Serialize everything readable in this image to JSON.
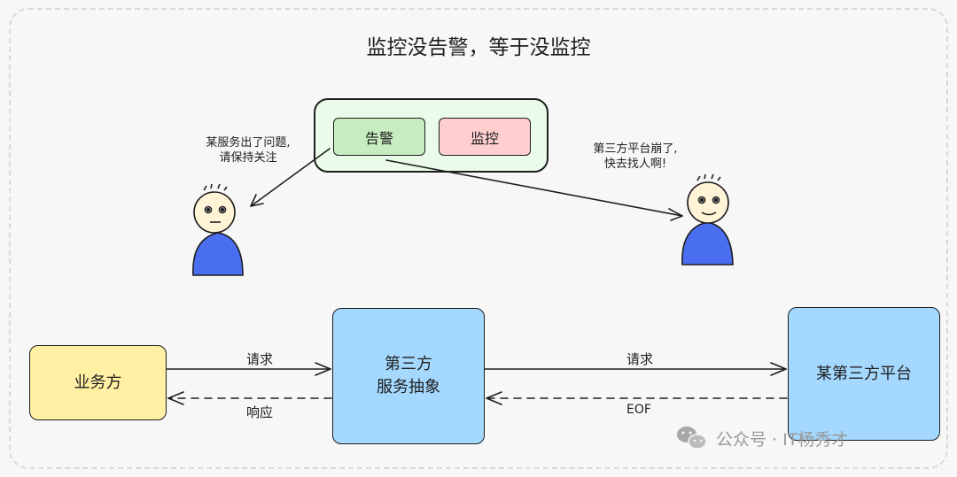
{
  "title": "监控没告警，等于没监控",
  "tags": {
    "alert": "告警",
    "monitor": "监控"
  },
  "notes": {
    "left": [
      "某服务出了问题,",
      "请保持关注"
    ],
    "right": [
      "第三方平台崩了,",
      "快去找人啊!"
    ]
  },
  "boxes": {
    "business": "业务方",
    "abstraction": [
      "第三方",
      "服务抽象"
    ],
    "platform": "某第三方平台"
  },
  "edges": {
    "request_left": "请求",
    "response_left": "响应",
    "request_right": "请求",
    "eof_right": "EOF"
  },
  "watermark": "公众号 · IT杨秀才",
  "colors": {
    "person_body": "#4a6ef0",
    "person_head": "#fff5d6",
    "business_fill": "#fff0a3",
    "service_fill": "#a4d8ff",
    "alert_fill": "#c7ecc0",
    "monitor_fill": "#ffcfd0",
    "group_fill": "#eafbea"
  }
}
